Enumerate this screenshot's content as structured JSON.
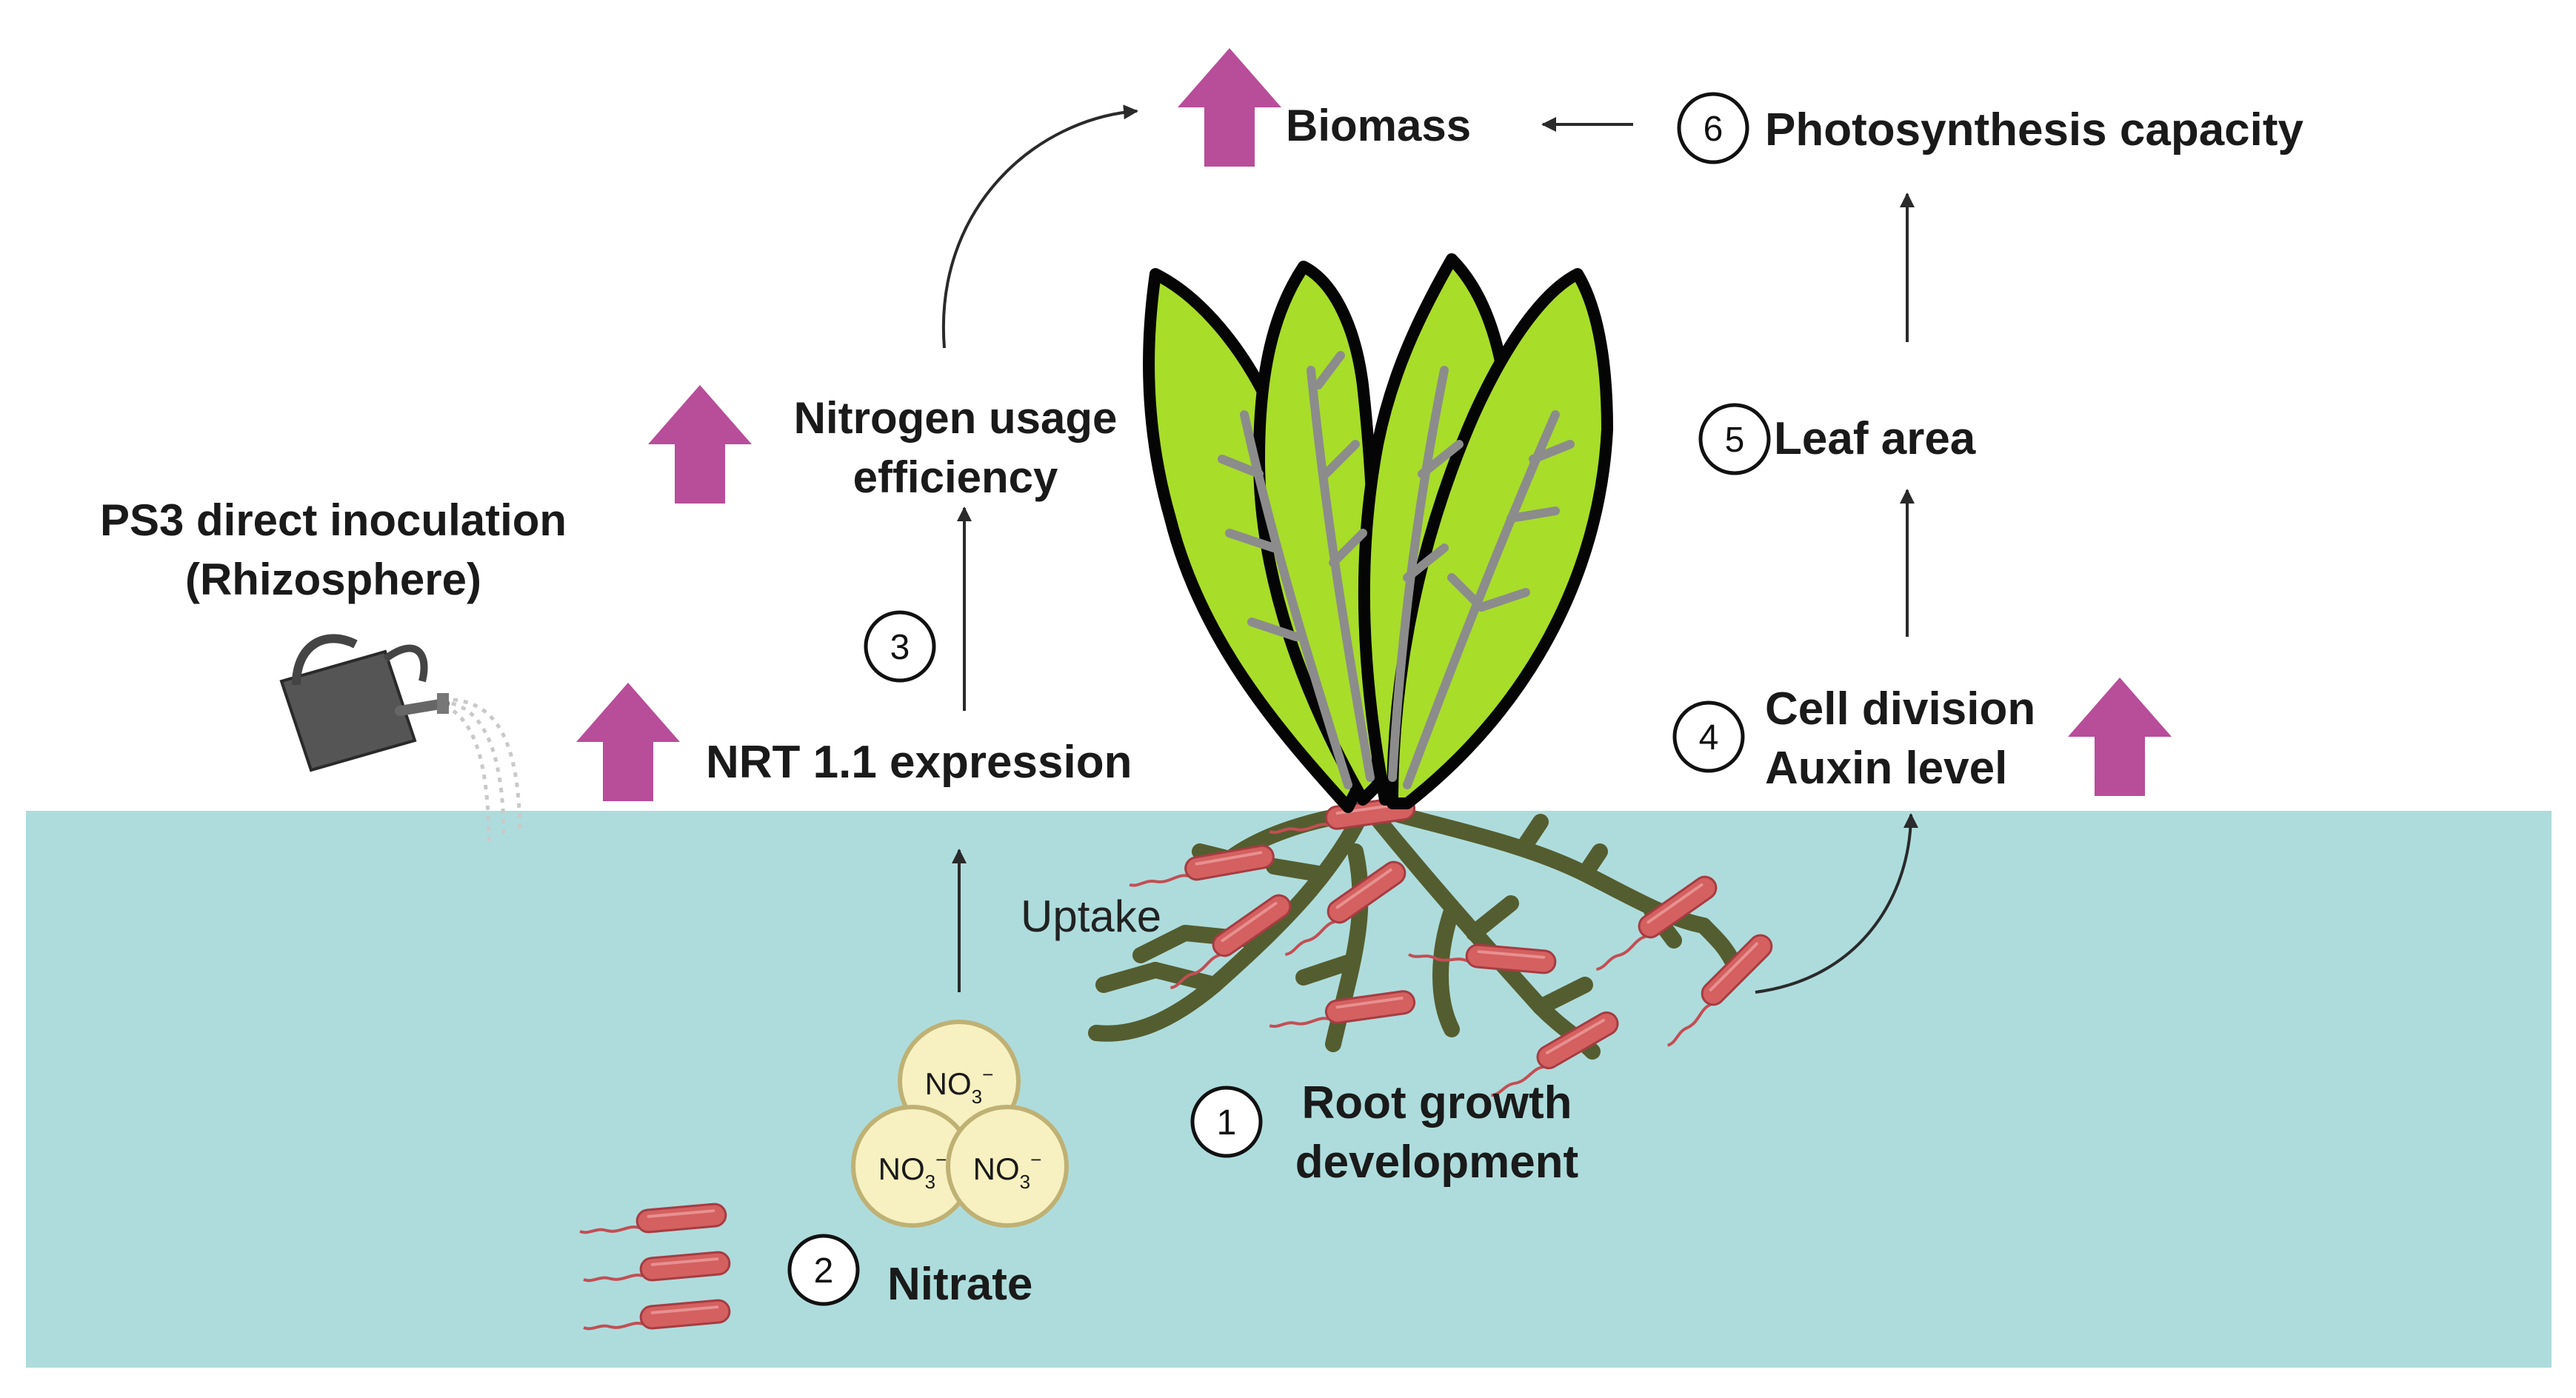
{
  "labels": {
    "biomass": "Biomass",
    "photosynthesis": "Photosynthesis capacity",
    "nitrogen_line1": "Nitrogen usage",
    "nitrogen_line2": "efficiency",
    "leaf_area": "Leaf area",
    "inoculation_line1": "PS3 direct inoculation",
    "inoculation_line2": "(Rhizosphere)",
    "nrt": "NRT 1.1 expression",
    "cell_division": "Cell division",
    "auxin": "Auxin level",
    "uptake": "Uptake",
    "root_line1": "Root growth",
    "root_line2": "development",
    "nitrate": "Nitrate",
    "nitrate_ion": "NO",
    "nitrate_sub": "3",
    "nitrate_sup": "−"
  },
  "steps": {
    "root": "1",
    "nitrate": "2",
    "nrt": "3",
    "cell": "4",
    "leaf": "5",
    "photo": "6"
  },
  "colors": {
    "soil": "#aedcdc",
    "increase_arrow": "#b84d9a",
    "leaf_fill": "#a8dd2a",
    "leaf_outline": "#050505",
    "leaf_veins": "#8c8c8c",
    "roots": "#545d2f",
    "bacteria": "#d46060",
    "nitrate_bubble": "#f7f0c0"
  }
}
